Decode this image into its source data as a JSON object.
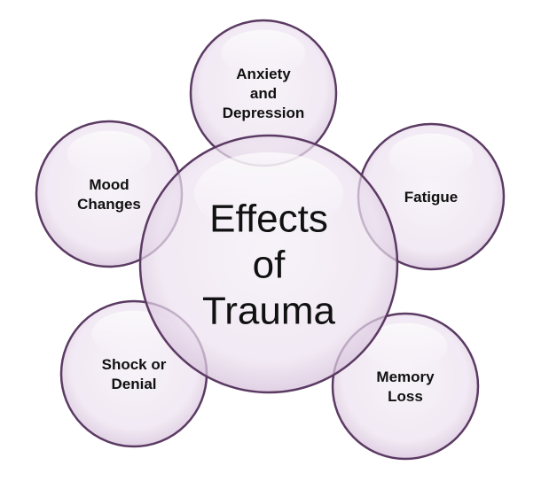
{
  "diagram": {
    "center": {
      "label_lines": [
        "Effects",
        "of",
        "Trauma"
      ]
    },
    "nodes": [
      {
        "id": "anxiety",
        "label_lines": [
          "Anxiety",
          "and",
          "Depression"
        ]
      },
      {
        "id": "fatigue",
        "label_lines": [
          "Fatigue"
        ]
      },
      {
        "id": "memory",
        "label_lines": [
          "Memory",
          "Loss"
        ]
      },
      {
        "id": "shock",
        "label_lines": [
          "Shock or",
          "Denial"
        ]
      },
      {
        "id": "mood",
        "label_lines": [
          "Mood",
          "Changes"
        ]
      }
    ],
    "colors": {
      "circle_fill": "#f1e9f3",
      "circle_edge": "#d7c3db",
      "circle_stroke": "#5b3a63",
      "highlight": "#ffffff",
      "text": "#111111"
    }
  }
}
